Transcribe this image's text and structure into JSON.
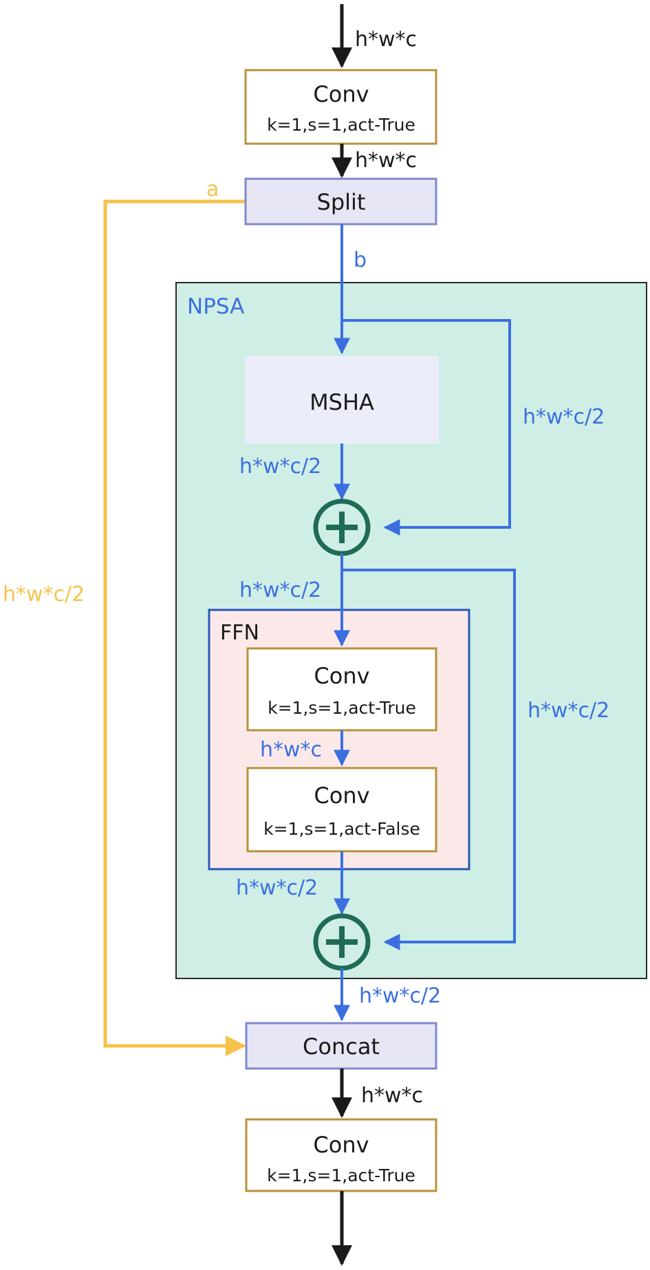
{
  "blocks": {
    "conv1": {
      "title": "Conv",
      "params": "k=1,s=1,act-True"
    },
    "split": {
      "title": "Split"
    },
    "npsa": {
      "title": "NPSA"
    },
    "msha": {
      "title": "MSHA"
    },
    "ffn": {
      "title": "FFN"
    },
    "ffn_conv1": {
      "title": "Conv",
      "params": "k=1,s=1,act-True"
    },
    "ffn_conv2": {
      "title": "Conv",
      "params": "k=1,s=1,act-False"
    },
    "concat": {
      "title": "Concat"
    },
    "conv_out": {
      "title": "Conv",
      "params": "k=1,s=1,act-True"
    }
  },
  "labels": {
    "input": "h*w*c",
    "after_conv1": "h*w*c",
    "branch_a": "a",
    "branch_b": "b",
    "branch_a_dims": "h*w*c/2",
    "residual1": "h*w*c/2",
    "msha_out": "h*w*c/2",
    "add1_out": "h*w*c/2",
    "residual2": "h*w*c/2",
    "ffn_mid": "h*w*c",
    "ffn_out": "h*w*c/2",
    "npsa_out": "h*w*c/2",
    "concat_out": "h*w*c"
  },
  "colors": {
    "black_line": "#1a1a1a",
    "blue_line": "#3b6fe0",
    "yellow_line": "#f6c24a",
    "conv_border": "#b8913a",
    "split_fill": "#e6e6f4",
    "split_border": "#8088cc",
    "npsa_fill": "#cfeee5",
    "msha_fill": "#ecedfb",
    "ffn_fill": "#fbe9e9",
    "ffn_border": "#2b55b8",
    "add_fill": "#1f6b57"
  }
}
